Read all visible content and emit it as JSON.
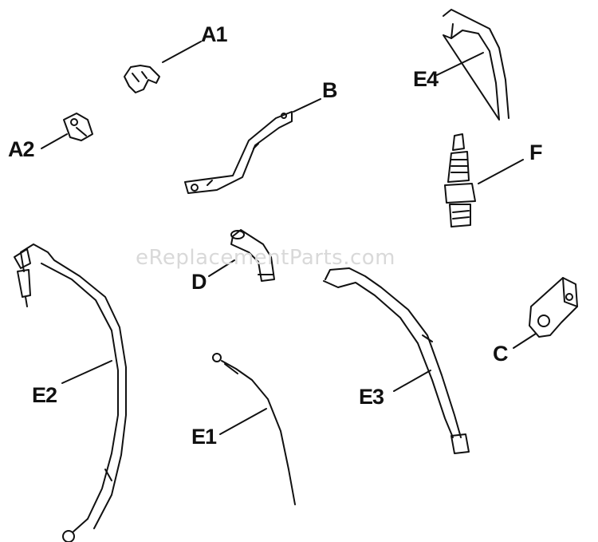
{
  "watermark": "eReplacementParts.com",
  "parts": {
    "A1": "A1",
    "A2": "A2",
    "B": "B",
    "C": "C",
    "D": "D",
    "E1": "E1",
    "E2": "E2",
    "E3": "E3",
    "E4": "E4",
    "F": "F"
  }
}
